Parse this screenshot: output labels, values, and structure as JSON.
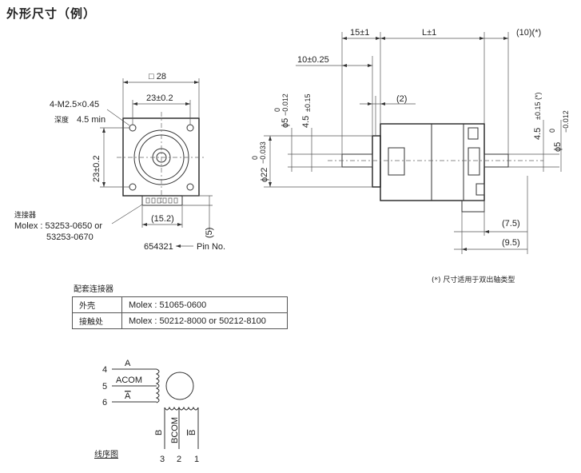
{
  "title": "外形尺寸（例）",
  "front_view": {
    "square_size": "□ 28",
    "hole_spacing_h": "23±0.2",
    "hole_spacing_v": "23±0.2",
    "screw_spec": "4-M2.5×0.45",
    "depth_label": "深度",
    "depth_value": "4.5 min",
    "connector_label": "连接器",
    "connector_part_1": "Molex : 53253-0650 or",
    "connector_part_2": "53253-0670",
    "connector_width": "(15.2)",
    "connector_height": "(5)",
    "pin_numbers": "654321",
    "pin_label": "Pin No."
  },
  "side_view": {
    "dim_15": "15±1",
    "dim_L": "L±1",
    "dim_10": "(10)(*)",
    "dim_10_025": "10±0.25",
    "dim_2": "(2)",
    "shaft_dia_left": "ϕ5",
    "shaft_tol_left_upper": "0",
    "shaft_tol_left_lower": "−0.012",
    "flat_left": "4.5",
    "flat_tol_left": "±0.15",
    "pilot_dia": "ϕ22",
    "pilot_tol_upper": "0",
    "pilot_tol_lower": "−0.033",
    "flat_right": "4.5",
    "flat_tol_right": "±0.15 (*)",
    "shaft_dia_right": "ϕ5",
    "shaft_tol_right_upper": "0",
    "shaft_tol_right_lower": "−0.012",
    "dim_7_5": "(7.5)",
    "dim_9_5": "(9.5)",
    "note": "(*)  尺寸适用于双出轴类型"
  },
  "mating_connector": {
    "title": "配套连接器",
    "rows": [
      {
        "key": "外壳",
        "value": "Molex : 51065-0600"
      },
      {
        "key": "接触处",
        "value": "Molex : 50212-8000 or 50212-8100"
      }
    ]
  },
  "wiring": {
    "label": "线序图",
    "pin4": "4",
    "pin5": "5",
    "pin6": "6",
    "sig_A": "A",
    "sig_ACOM": "ACOM",
    "sig_Abar": "A",
    "pin3": "3",
    "pin2": "2",
    "pin1": "1",
    "sig_B": "B",
    "sig_BCOM": "BCOM",
    "sig_Bbar": "B"
  }
}
